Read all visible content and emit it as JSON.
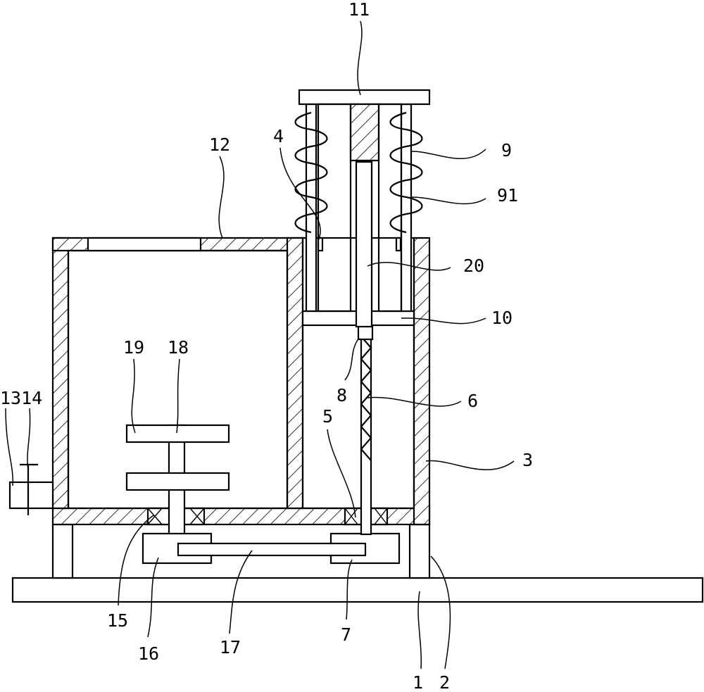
{
  "labels": {
    "l1": "1",
    "l2": "2",
    "l3": "3",
    "l4": "4",
    "l5": "5",
    "l6": "6",
    "l7": "7",
    "l8": "8",
    "l9": "9",
    "l91": "91",
    "l10": "10",
    "l11": "11",
    "l12": "12",
    "l1314": "1314",
    "l15": "15",
    "l16": "16",
    "l17": "17",
    "l18": "18",
    "l19": "19",
    "l20": "20"
  }
}
